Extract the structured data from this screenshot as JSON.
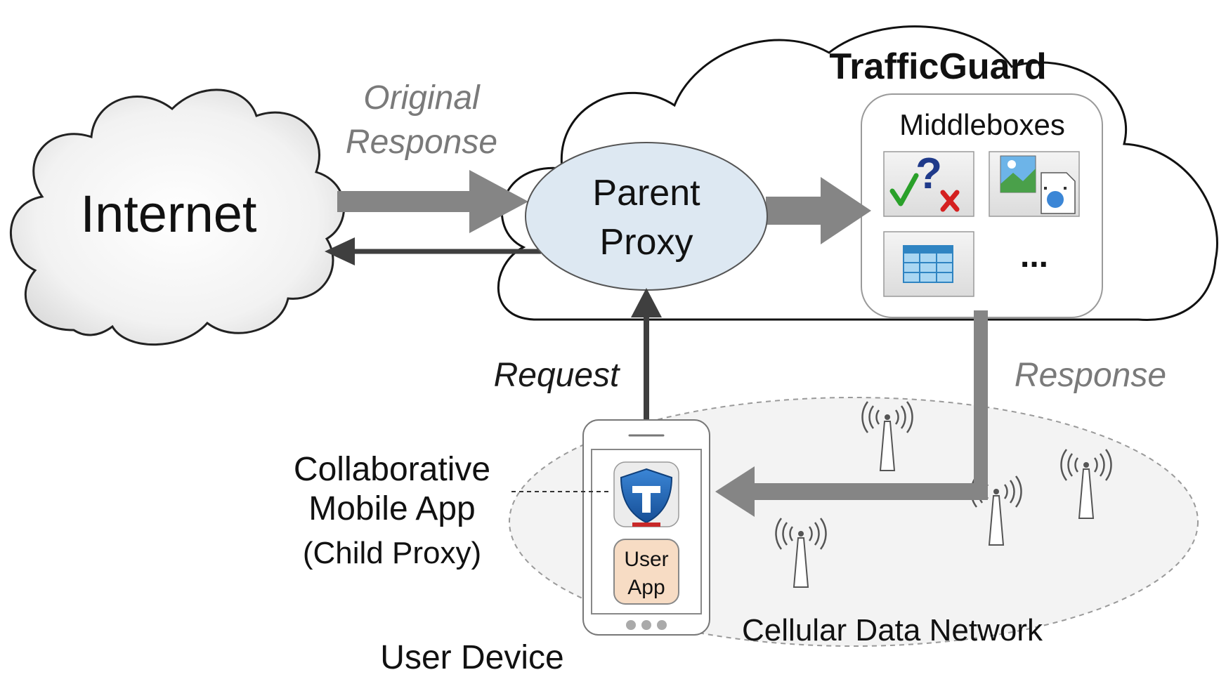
{
  "internet": {
    "label": "Internet"
  },
  "trafficguard": {
    "title": "TrafficGuard",
    "middleboxes": {
      "title": "Middleboxes",
      "tiles": [
        {
          "icon": "check-question-cross-icon"
        },
        {
          "icon": "image-compression-icon"
        },
        {
          "icon": "table-icon"
        },
        {
          "icon": "ellipsis-icon",
          "text": "..."
        }
      ]
    },
    "parent_proxy": {
      "line1": "Parent",
      "line2": "Proxy"
    }
  },
  "arrows": {
    "original_response": {
      "line1": "Original",
      "line2": "Response"
    },
    "request": "Request",
    "response": "Response"
  },
  "device": {
    "label": "User Device",
    "app_label": {
      "line1": "Collaborative",
      "line2": "Mobile App",
      "line3": "(Child Proxy)"
    },
    "user_app": {
      "line1": "User",
      "line2": "App"
    }
  },
  "network": {
    "label": "Cellular Data Network"
  },
  "colors": {
    "arrow_gray": "#858585",
    "arrow_dark": "#3f3f3f",
    "proxy_fill": "#dde8f2",
    "shield_blue": "#1f5fae",
    "user_app_fill": "#f7dcc4"
  }
}
